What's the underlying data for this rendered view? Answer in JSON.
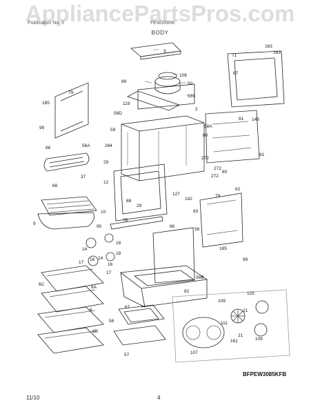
{
  "watermark": "AppliancePartsPros.com",
  "header": {
    "left": "Publication No. 5",
    "right": "FEW3085K",
    "section": "BODY"
  },
  "callouts": [
    "3",
    "108",
    "50",
    "131",
    "89",
    "2",
    "119",
    "58D",
    "58A",
    "59",
    "264",
    "163",
    "163",
    "71",
    "87",
    "79",
    "185",
    "99",
    "66",
    "56A",
    "29",
    "12",
    "37",
    "68",
    "10",
    "9",
    "88",
    "29",
    "76",
    "127",
    "142",
    "62",
    "272",
    "272",
    "272",
    "80",
    "80",
    "81",
    "143",
    "81",
    "83",
    "90",
    "18",
    "18",
    "14",
    "16",
    "17",
    "17",
    "14",
    "16",
    "56",
    "86",
    "79",
    "185",
    "99",
    "58B",
    "82",
    "6C",
    "6A",
    "6",
    "6B",
    "67",
    "58",
    "57",
    "125",
    "109",
    "21",
    "111",
    "21",
    "161",
    "109",
    "107"
  ],
  "diagram_code": "BFPEW3085KFB",
  "footer": {
    "date": "11/10",
    "page": "4"
  }
}
